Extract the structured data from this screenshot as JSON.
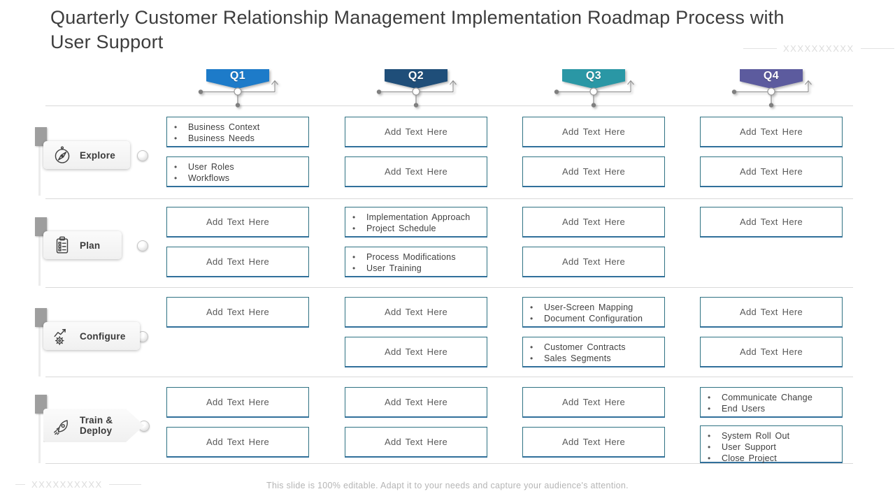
{
  "title": "Quarterly Customer Relationship Management Implementation Roadmap Process with User Support",
  "header_watermark": "XXXXXXXXXX",
  "bottom_watermark": "XXXXXXXXXX",
  "footer_note": "This slide is 100% editable. Adapt it to your needs and capture your audience's attention.",
  "colors": {
    "q1": "#1d7bc9",
    "q2": "#1f4e79",
    "q3": "#2a97a5",
    "q4": "#5c5b9e",
    "box_border": "#2f7283",
    "grid_line": "#d9d9d9",
    "title_text": "#3d3d3d"
  },
  "quarters": [
    {
      "label": "Q1",
      "color": "#1d7bc9"
    },
    {
      "label": "Q2",
      "color": "#1f4e79"
    },
    {
      "label": "Q3",
      "color": "#2a97a5"
    },
    {
      "label": "Q4",
      "color": "#5c5b9e"
    }
  ],
  "rows": [
    {
      "label": "Explore",
      "icon": "compass-icon",
      "cells": [
        {
          "boxes": [
            {
              "items": [
                "Business Context",
                "Business Needs"
              ]
            },
            {
              "items": [
                "User Roles",
                "Workflows"
              ]
            }
          ]
        },
        {
          "boxes": [
            {
              "text": "Add Text Here"
            },
            {
              "text": "Add Text Here"
            }
          ]
        },
        {
          "boxes": [
            {
              "text": "Add Text Here"
            },
            {
              "text": "Add Text Here"
            }
          ]
        },
        {
          "boxes": [
            {
              "text": "Add Text Here"
            },
            {
              "text": "Add Text Here"
            }
          ]
        }
      ]
    },
    {
      "label": "Plan",
      "icon": "clipboard-icon",
      "cells": [
        {
          "boxes": [
            {
              "text": "Add Text Here"
            },
            {
              "text": "Add Text Here"
            }
          ]
        },
        {
          "boxes": [
            {
              "items": [
                "Implementation Approach",
                "Project Schedule"
              ]
            },
            {
              "items": [
                "Process Modifications",
                "User Training"
              ]
            }
          ]
        },
        {
          "boxes": [
            {
              "text": "Add Text Here"
            },
            {
              "text": "Add Text Here"
            }
          ]
        },
        {
          "boxes": [
            {
              "text": "Add Text Here"
            }
          ]
        }
      ]
    },
    {
      "label": "Configure",
      "icon": "gear-chart-icon",
      "cells": [
        {
          "boxes": [
            {
              "text": "Add Text Here"
            }
          ]
        },
        {
          "boxes": [
            {
              "text": "Add Text Here"
            },
            {
              "text": "Add Text Here"
            }
          ]
        },
        {
          "boxes": [
            {
              "items": [
                "User-Screen Mapping",
                "Document Configuration"
              ]
            },
            {
              "items": [
                "Customer Contracts",
                "Sales Segments"
              ]
            }
          ]
        },
        {
          "boxes": [
            {
              "text": "Add Text Here"
            },
            {
              "text": "Add Text Here"
            }
          ]
        }
      ]
    },
    {
      "label": "Train & Deploy",
      "icon": "rocket-icon",
      "cells": [
        {
          "boxes": [
            {
              "text": "Add Text Here"
            },
            {
              "text": "Add Text Here"
            }
          ]
        },
        {
          "boxes": [
            {
              "text": "Add Text Here"
            },
            {
              "text": "Add Text Here"
            }
          ]
        },
        {
          "boxes": [
            {
              "text": "Add Text Here"
            },
            {
              "text": "Add Text Here"
            }
          ]
        },
        {
          "boxes": [
            {
              "items": [
                "Communicate Change",
                "End Users"
              ]
            },
            {
              "items": [
                "System Roll Out",
                "User Support",
                "Close Project"
              ]
            }
          ]
        }
      ]
    }
  ]
}
